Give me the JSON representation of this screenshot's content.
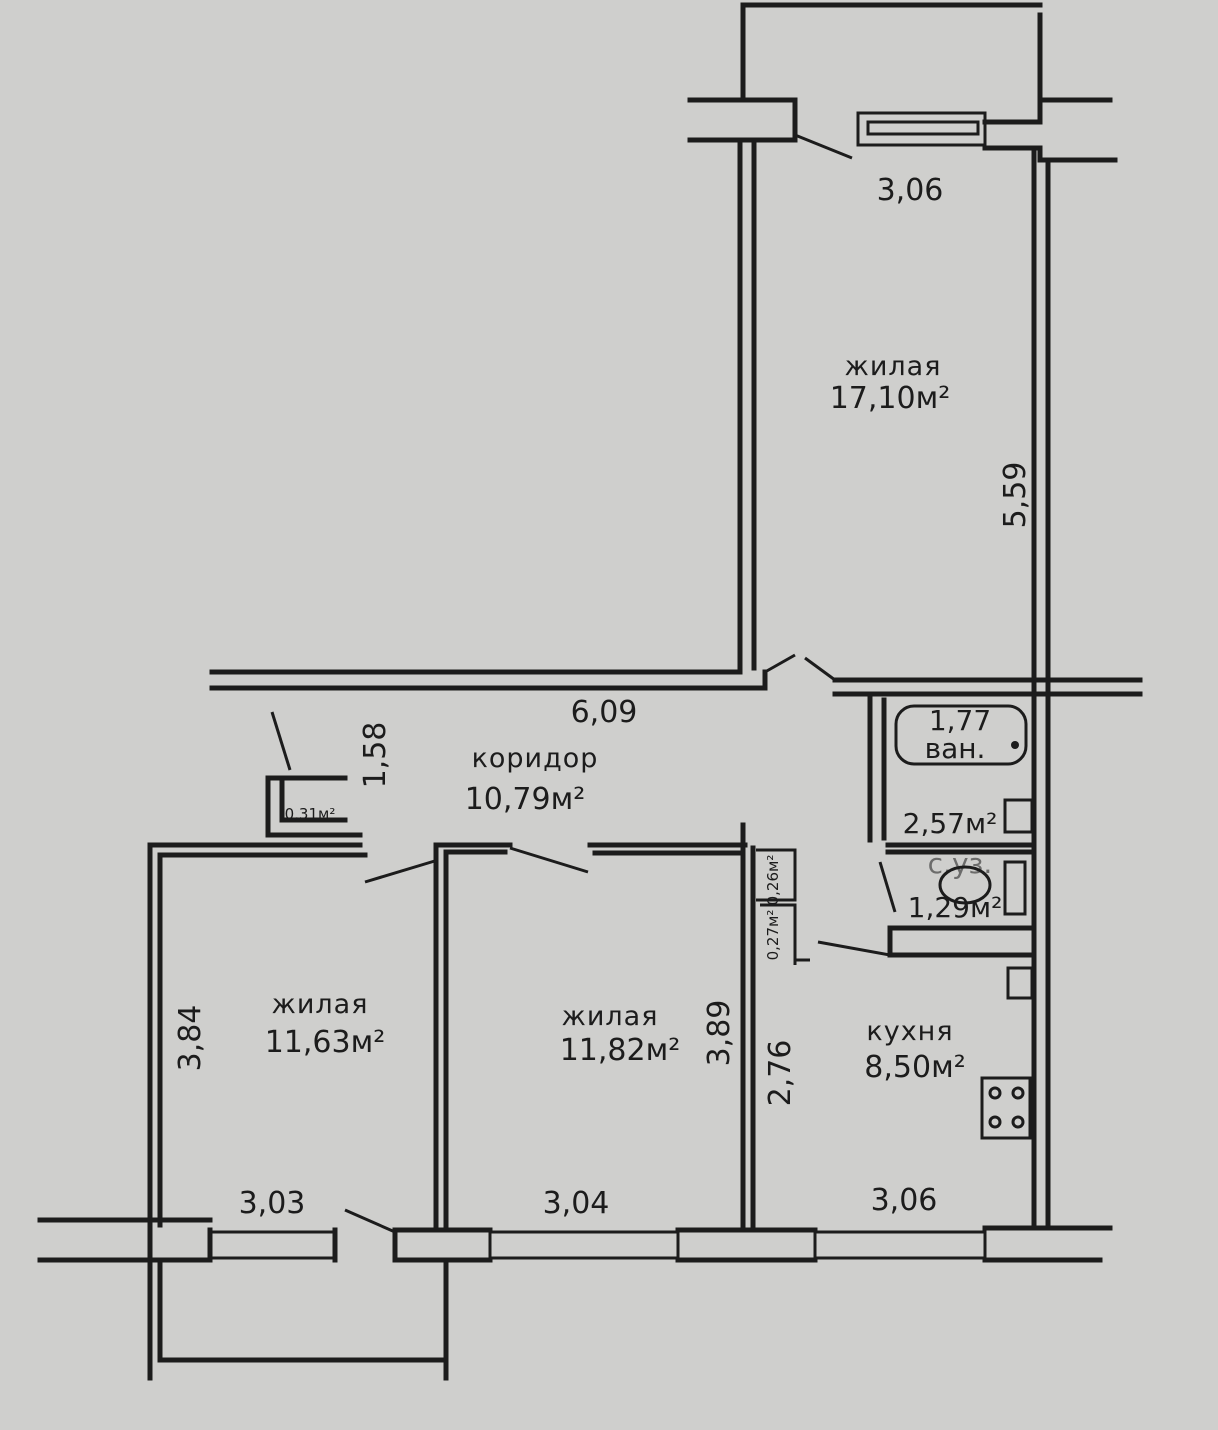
{
  "rooms": {
    "living_1": {
      "name": "жилая",
      "area": "17,10м²"
    },
    "corridor": {
      "name": "коридор",
      "area": "10,79м²"
    },
    "living_2": {
      "name": "жилая",
      "area": "11,63м²"
    },
    "living_3": {
      "name": "жилая",
      "area": "11,82м²"
    },
    "kitchen": {
      "name": "кухня",
      "area": "8,50м²"
    },
    "bath": {
      "area": "1,77",
      "name": "ван."
    },
    "bath_extra": {
      "area": "2,57м²"
    },
    "wc": {
      "name": "с.уз.",
      "area": "1,29м²"
    },
    "closet_1": {
      "area": "0,31м²"
    },
    "closet_2": {
      "area": "0,26м²"
    },
    "closet_3": {
      "area": "0,27м²"
    }
  },
  "dimensions": {
    "living_1_width": "3,06",
    "living_1_length": "5,59",
    "corridor_length": "6,09",
    "corridor_width": "1,58",
    "living_2_length": "3,84",
    "living_2_width": "3,03",
    "living_3_length": "3,89",
    "living_3_width": "3,04",
    "kitchen_length": "2,76",
    "kitchen_width": "3,06"
  }
}
